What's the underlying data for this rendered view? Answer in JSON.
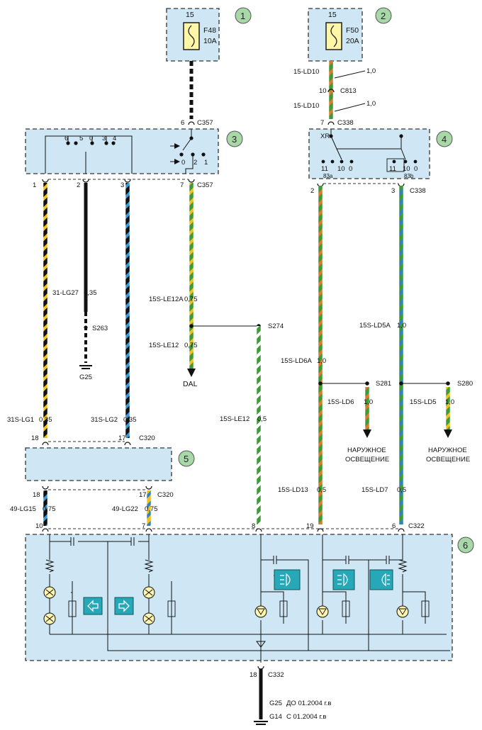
{
  "components": {
    "c1": {
      "number": "1",
      "pin": "15",
      "fuse": "F48",
      "rating": "10A"
    },
    "c2": {
      "number": "2",
      "pin": "15",
      "fuse": "F50",
      "rating": "20A"
    },
    "c3": {
      "number": "3"
    },
    "c4": {
      "number": "4",
      "xr": "XR"
    },
    "c5": {
      "number": "5"
    },
    "c6": {
      "number": "6"
    }
  },
  "switch3": {
    "positions": [
      "6",
      "5",
      "0",
      "3",
      "4"
    ],
    "sub": [
      "0",
      "2",
      "1"
    ]
  },
  "switch4": {
    "left": [
      "11",
      "10",
      "0"
    ],
    "right": [
      "11",
      "10",
      "0"
    ],
    "pin_a": "83a",
    "pin_b": "83b"
  },
  "connectors": {
    "c357_top": {
      "pin": "6",
      "name": "C357"
    },
    "c357_bot": {
      "p1": "1",
      "p2": "2",
      "p3": "3",
      "p7": "7",
      "name": "C357"
    },
    "c813": {
      "pin": "10",
      "name": "C813"
    },
    "c338_top": {
      "pin": "7",
      "name": "C338"
    },
    "c338_bot": {
      "p2": "2",
      "p3": "3",
      "name": "C338"
    },
    "c320_top": {
      "p18": "18",
      "p17": "17",
      "name": "C320"
    },
    "c320_bot": {
      "p18": "18",
      "p17": "17",
      "name": "C320"
    },
    "c322": {
      "p10": "10",
      "p7": "7",
      "p8": "8",
      "p19": "19",
      "p6": "6",
      "name": "C322"
    },
    "c332": {
      "pin": "18",
      "name": "C332"
    }
  },
  "wires": {
    "ld10a": {
      "id": "15-LD10",
      "size": "1,0"
    },
    "ld10b": {
      "id": "15-LD10",
      "size": "1,0"
    },
    "lg27": {
      "id": "31-LG27",
      "size": "0,35"
    },
    "le12a": {
      "id": "15S-LE12A",
      "size": "0,75"
    },
    "le12": {
      "id": "15S-LE12",
      "size": "0,75"
    },
    "ld5a": {
      "id": "15S-LD5A",
      "size": "1,0"
    },
    "ld6a": {
      "id": "15S-LD6A",
      "size": "1,0"
    },
    "ld6": {
      "id": "15S-LD6",
      "size": "1,0"
    },
    "ld5": {
      "id": "15S-LD5",
      "size": "1,0"
    },
    "lg1": {
      "id": "31S-LG1",
      "size": "0,35"
    },
    "lg2": {
      "id": "31S-LG2",
      "size": "0,35"
    },
    "le12b": {
      "id": "15S-LE12",
      "size": "0,5"
    },
    "ld13": {
      "id": "15S-LD13",
      "size": "0,5"
    },
    "ld7": {
      "id": "15S-LD7",
      "size": "0,5"
    },
    "lg15": {
      "id": "49-LG15",
      "size": "0,75"
    },
    "lg22": {
      "id": "49-LG22",
      "size": "0,75"
    }
  },
  "splices": {
    "s263": "S263",
    "s274": "S274",
    "s281": "S281",
    "s280": "S280"
  },
  "grounds": {
    "g25": "G25",
    "g25_note": "G25",
    "g25_date": "ДО 01.2004 г.в",
    "g14": "G14",
    "g14_date": "С 01.2004 г.в"
  },
  "destinations": {
    "dal": "DAL",
    "ext1_l1": "НАРУЖНОЕ",
    "ext1_l2": "ОСВЕЩЕНИЕ",
    "ext2_l1": "НАРУЖНОЕ",
    "ext2_l2": "ОСВЕЩЕНИЕ"
  },
  "colors": {
    "box": "#cfe7f5",
    "green": "#3f9b3a",
    "yellow": "#f2c21b",
    "blue": "#2f82c8",
    "orange": "#e07a2a",
    "white": "#ffffff",
    "black": "#111111",
    "badge": "#a8d8a8",
    "icon": "#27a8b8"
  },
  "icons": [
    "fuse-icon",
    "arrow-left-icon",
    "arrow-right-icon",
    "low-beam-icon",
    "fog-light-icon",
    "rear-fog-icon",
    "lamp-icon",
    "led-icon",
    "ground-icon"
  ]
}
